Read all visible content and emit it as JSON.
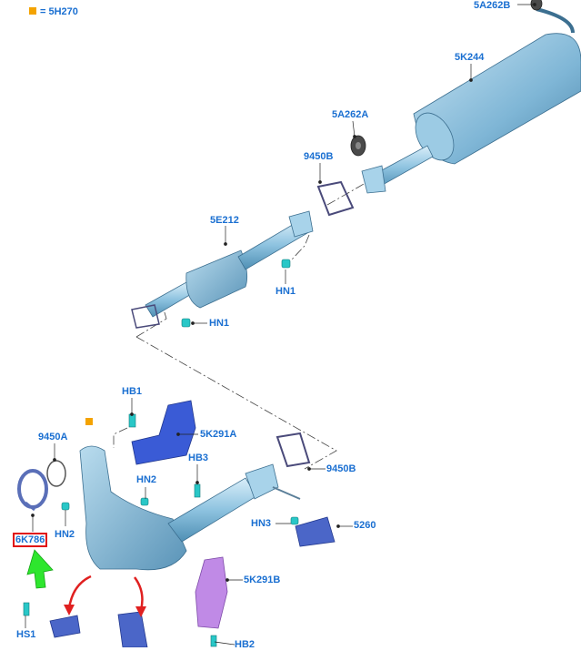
{
  "legend": {
    "marker_color": "#f4a300",
    "text": "= 5H270"
  },
  "parts": [
    {
      "key": "5A262B_top",
      "label": "5A262B"
    },
    {
      "key": "5K244",
      "label": "5K244"
    },
    {
      "key": "5A262A",
      "label": "5A262A"
    },
    {
      "key": "9450B_top",
      "label": "9450B"
    },
    {
      "key": "5E212",
      "label": "5E212"
    },
    {
      "key": "HN1_a",
      "label": "HN1"
    },
    {
      "key": "HN1_b",
      "label": "HN1"
    },
    {
      "key": "HB1",
      "label": "HB1"
    },
    {
      "key": "9450A",
      "label": "9450A"
    },
    {
      "key": "5K291A",
      "label": "5K291A"
    },
    {
      "key": "HB3",
      "label": "HB3"
    },
    {
      "key": "HN2_a",
      "label": "HN2"
    },
    {
      "key": "HN2_b",
      "label": "HN2"
    },
    {
      "key": "9450B_low",
      "label": "9450B"
    },
    {
      "key": "HN3",
      "label": "HN3"
    },
    {
      "key": "5260",
      "label": "5260"
    },
    {
      "key": "6K786",
      "label": "6K786",
      "selected": true
    },
    {
      "key": "5K291B",
      "label": "5K291B"
    },
    {
      "key": "HS1",
      "label": "HS1"
    },
    {
      "key": "HB2",
      "label": "HB2"
    }
  ],
  "colors": {
    "label": "#1a6fd1",
    "selection_box": "#e01010",
    "pointer_arrow": "#2ee62e",
    "callout_arrow": "#e02020",
    "pipe": "#8ec3e0",
    "bracket_blue": "#3a5bd6",
    "bracket_purple": "#c08ae6",
    "fastener": "#29c7c7"
  }
}
